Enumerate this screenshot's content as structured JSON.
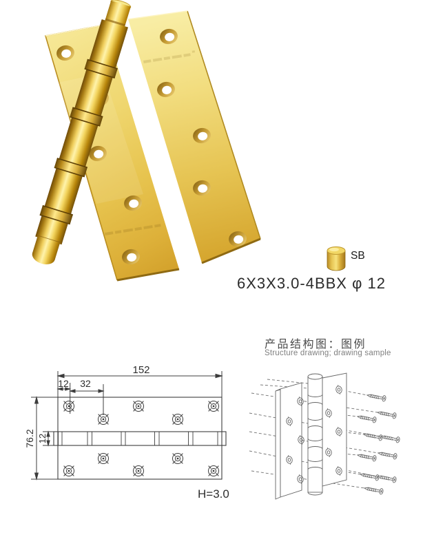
{
  "product": {
    "code": "6X3X3.0-4BBX φ 12",
    "swatch_label": "SB"
  },
  "dimension_drawing": {
    "overall_width": "152",
    "edge_margin": "12",
    "hole_pitch": "32",
    "overall_height": "76.2",
    "knuckle_width": "12",
    "thickness": "H=3.0"
  },
  "structure_drawing": {
    "title_zh": "产品结构图：图例",
    "title_en": "Structure drawing; drawing sample"
  },
  "colors": {
    "brass_light": "#f9eda6",
    "brass_mid": "#eccb55",
    "brass_deep": "#d6a32a",
    "brass_dark": "#8a5f10",
    "drawing_line": "#3c3c3c",
    "structure_line": "#646464",
    "text": "#2b2b2b"
  }
}
